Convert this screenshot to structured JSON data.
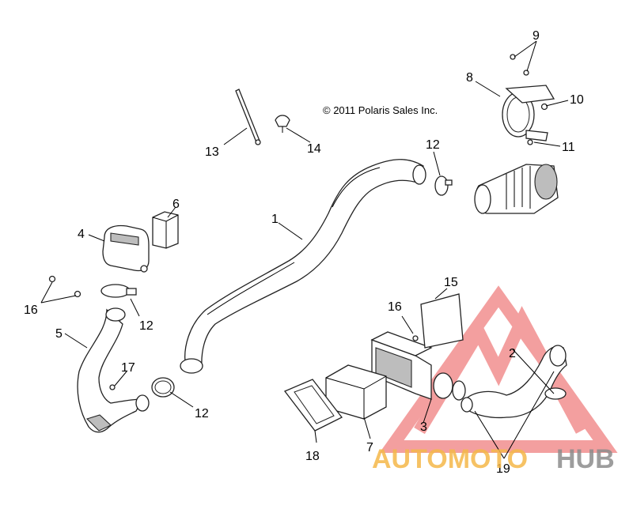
{
  "diagram": {
    "copyright": "© 2011 Polaris Sales Inc.",
    "callouts": [
      {
        "id": "c1",
        "label": "1"
      },
      {
        "id": "c2",
        "label": "2"
      },
      {
        "id": "c3",
        "label": "3"
      },
      {
        "id": "c4",
        "label": "4"
      },
      {
        "id": "c5",
        "label": "5"
      },
      {
        "id": "c6",
        "label": "6"
      },
      {
        "id": "c7",
        "label": "7"
      },
      {
        "id": "c8",
        "label": "8"
      },
      {
        "id": "c9",
        "label": "9"
      },
      {
        "id": "c10",
        "label": "10"
      },
      {
        "id": "c11",
        "label": "11"
      },
      {
        "id": "c12a",
        "label": "12"
      },
      {
        "id": "c12b",
        "label": "12"
      },
      {
        "id": "c12c",
        "label": "12"
      },
      {
        "id": "c13",
        "label": "13"
      },
      {
        "id": "c14",
        "label": "14"
      },
      {
        "id": "c15",
        "label": "15"
      },
      {
        "id": "c16a",
        "label": "16"
      },
      {
        "id": "c16b",
        "label": "16"
      },
      {
        "id": "c17",
        "label": "17"
      },
      {
        "id": "c18",
        "label": "18"
      },
      {
        "id": "c19",
        "label": "19"
      }
    ]
  },
  "watermark": {
    "word_a": "AUTOMOTO",
    "word_b": "HUB",
    "color_logo": "#f08080",
    "color_word_a": "#f5b84a",
    "color_word_b": "#8c8c8c"
  }
}
